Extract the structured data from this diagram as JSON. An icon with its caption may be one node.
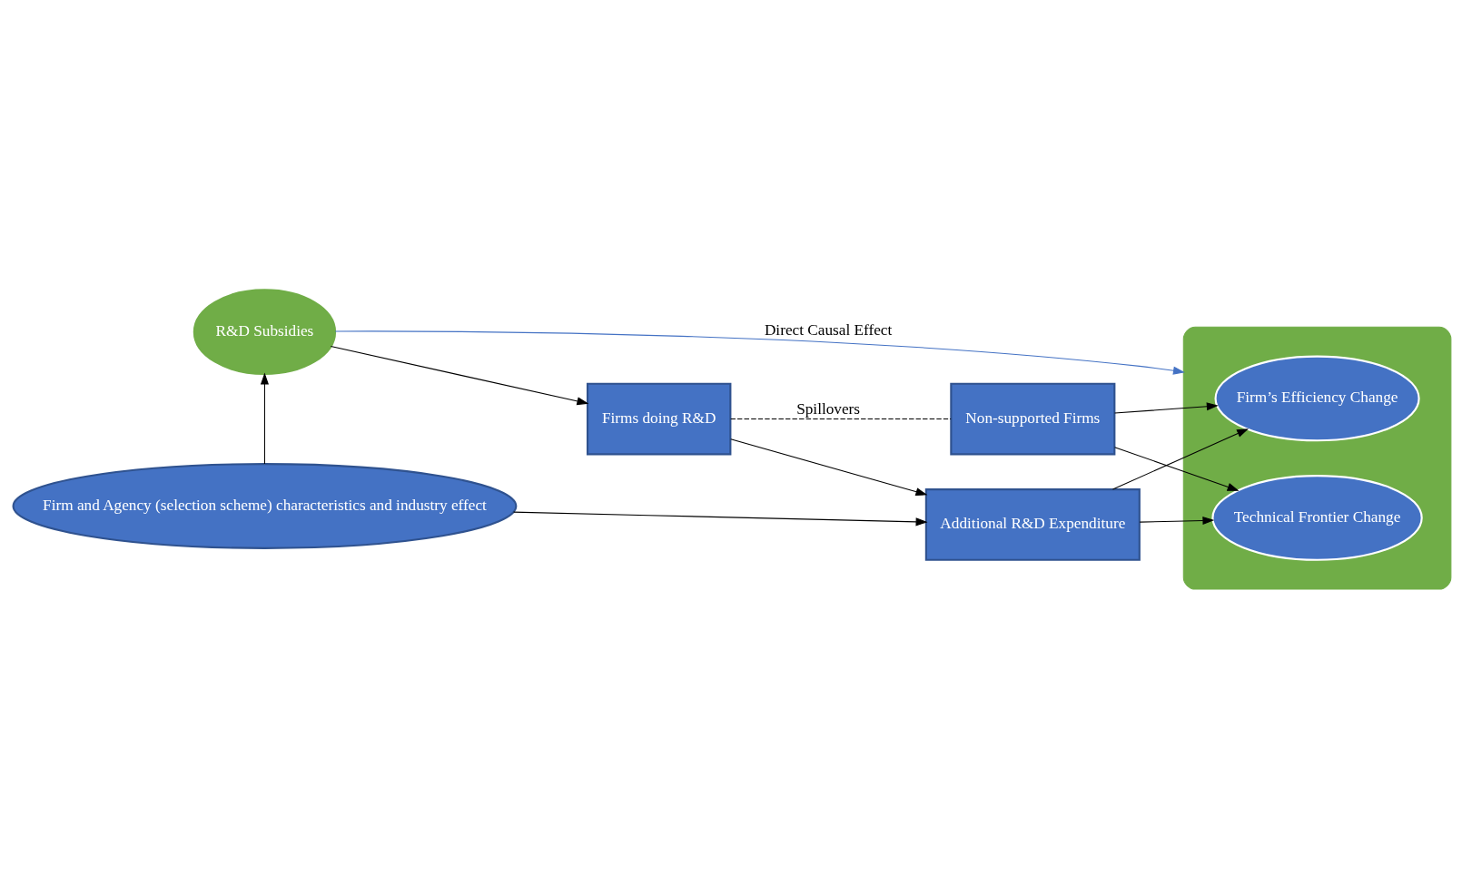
{
  "diagram": {
    "nodes": [
      {
        "text": [
          "R&D Subsidies"
        ]
      },
      {
        "text": [
          "Firms doing R&D"
        ]
      },
      {
        "text": [
          "Additional R&D Expenditure"
        ]
      },
      {
        "text": [
          "Firm and Agency (selection scheme) characteristics and industry effect"
        ]
      },
      {
        "text": [
          "Non-supported Firms"
        ]
      },
      {
        "text": [],
        "shape": "box"
      },
      {
        "text": [
          "Firm’s Efficiency Change"
        ],
        "in": 5
      },
      {
        "text": [
          "Technical Frontier Change"
        ],
        "in": 5
      }
    ],
    "edges": [
      {
        "from": 0,
        "to": 5,
        "arrow": "to",
        "label": "Direct Causal Effect",
        "color": "#4472c4"
      },
      {
        "from": 0,
        "to": 1,
        "arrow": "to"
      },
      {
        "from": 1,
        "to": 2,
        "arrow": "to"
      },
      {
        "from": 3,
        "to": 2,
        "arrow": "to"
      },
      {
        "from": 3,
        "to": 0,
        "arrow": "to"
      },
      {
        "from": 2,
        "to": 6,
        "arrow": "to"
      },
      {
        "from": 2,
        "to": 7,
        "arrow": "to"
      },
      {
        "from": 4,
        "to": 6,
        "arrow": "to"
      },
      {
        "from": 4,
        "to": 7,
        "arrow": "to"
      },
      {
        "from": 1,
        "to": 4,
        "arrow": "none",
        "label": "Spillovers",
        "style": "dashed"
      }
    ]
  }
}
